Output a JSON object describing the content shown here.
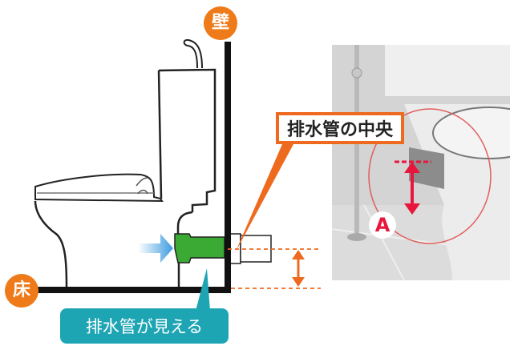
{
  "labels": {
    "wall": "壁",
    "floor": "床",
    "drain_pipe_center": "排水管の中央",
    "drain_pipe_visible": "排水管が見える",
    "measurement_marker": "A"
  },
  "colors": {
    "orange": "#ee7a1a",
    "callout_orange": "#ee6a1f",
    "teal": "#1ea5b4",
    "pipe_green": "#3aaa35",
    "arrow_blue": "#3d9be0",
    "measure_red": "#e8163c",
    "ring_red": "#e05050",
    "line_black": "#111111"
  },
  "diagram": {
    "icons": [
      "toilet-side-view",
      "wall-line",
      "floor-line",
      "drain-pipe",
      "flow-arrow",
      "height-dimension-arrow"
    ]
  },
  "photo": {
    "description": "toilet-photo-with-drain-height-marker",
    "marker": "A"
  }
}
